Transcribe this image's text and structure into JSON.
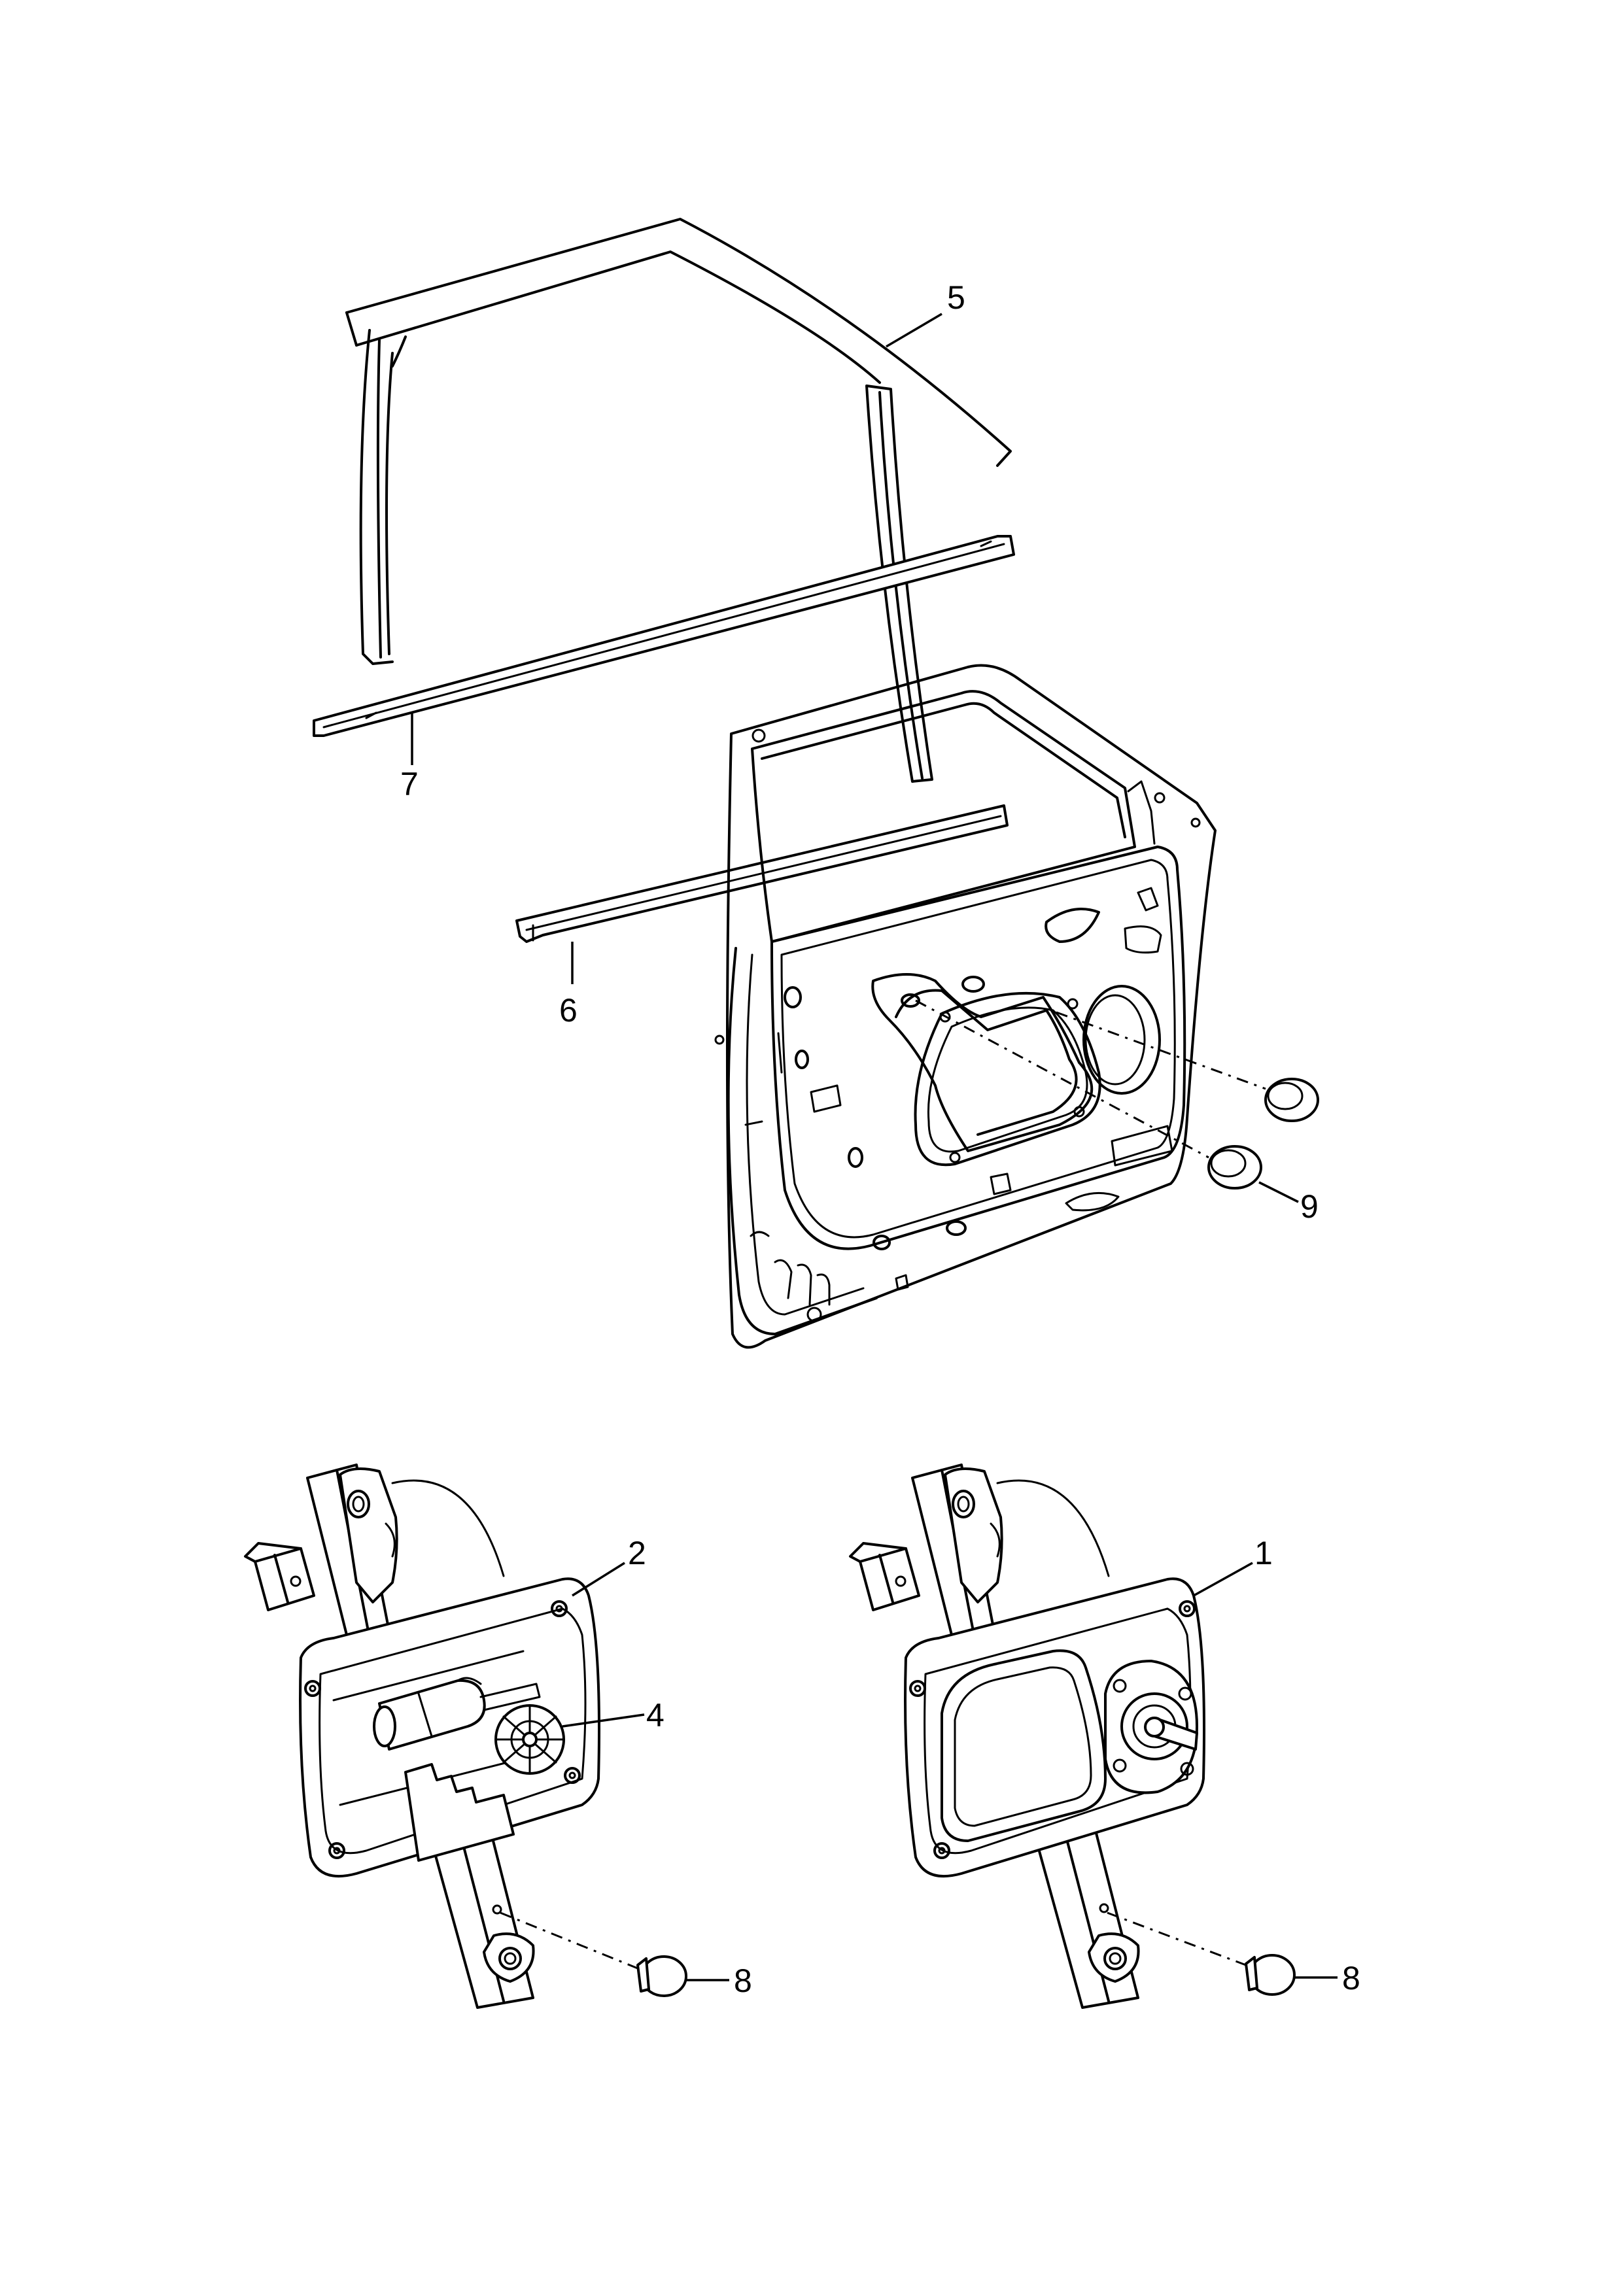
{
  "callouts": {
    "c1": "1",
    "c2": "2",
    "c4": "4",
    "c5": "5",
    "c6": "6",
    "c7": "7",
    "c8_left": "8",
    "c8_right": "8",
    "c9": "9"
  },
  "colors": {
    "line": "#000000",
    "background": "#ffffff"
  }
}
